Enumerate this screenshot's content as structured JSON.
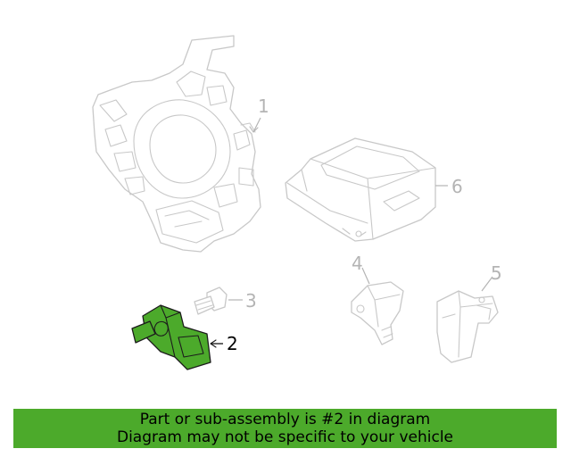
{
  "callouts": [
    "1",
    "2",
    "3",
    "4",
    "5",
    "6"
  ],
  "highlighted_part": "2",
  "highlight_color": "#4caa2b",
  "banner": {
    "line1": "Part or sub-assembly is #2 in diagram",
    "line2": "Diagram may not be specific to your vehicle"
  }
}
